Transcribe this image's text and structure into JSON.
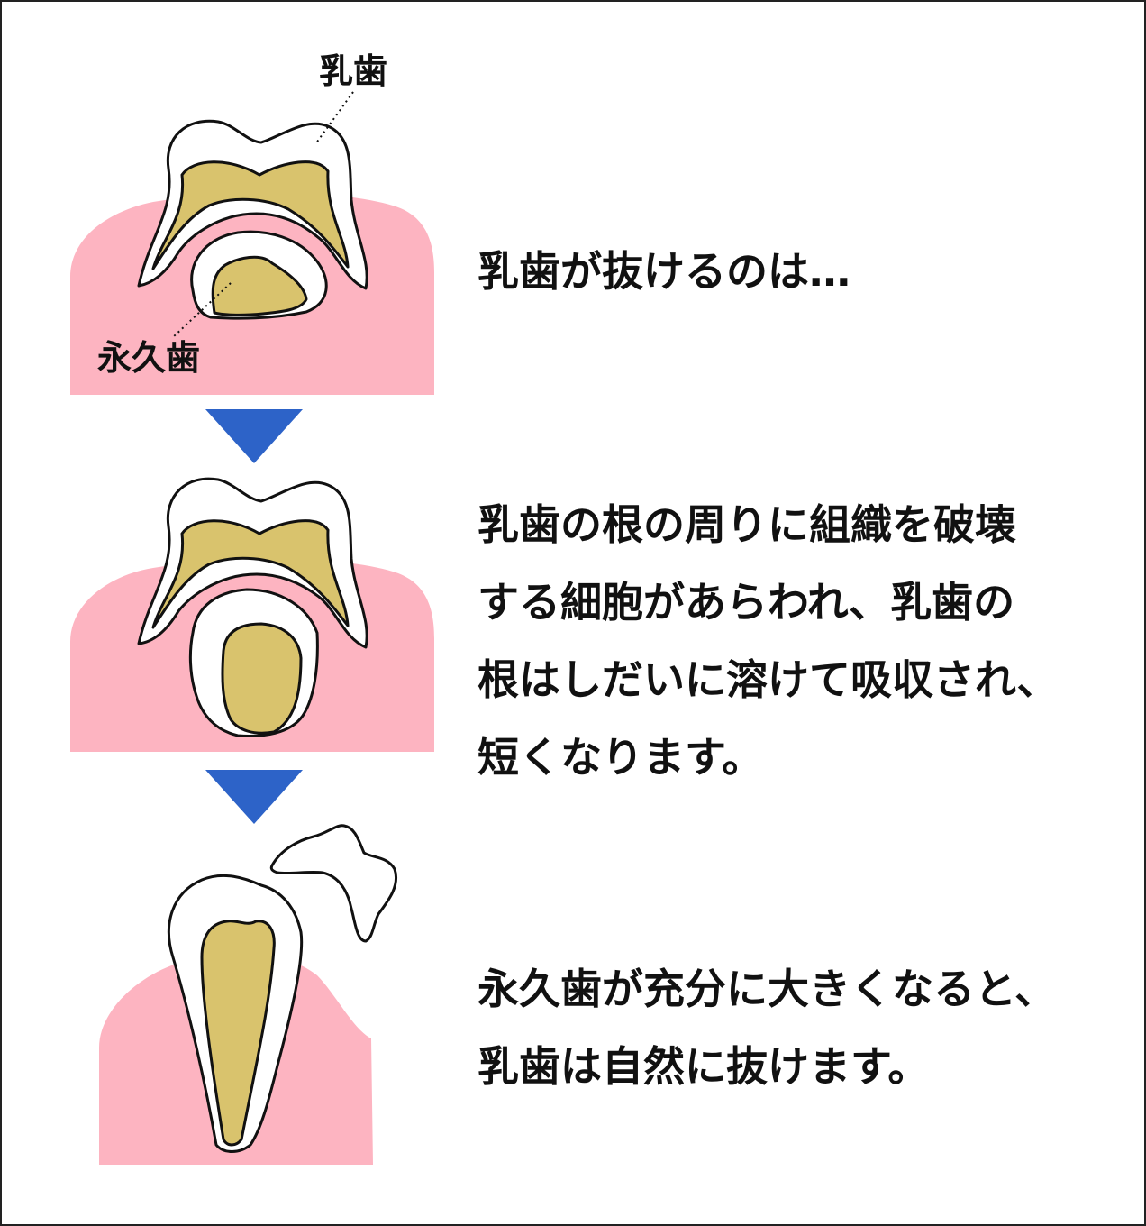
{
  "labels": {
    "primary_tooth": "乳歯",
    "permanent_tooth": "永久歯"
  },
  "steps": [
    {
      "text": "乳歯が抜けるのは…"
    },
    {
      "text": "乳歯の根の周りに組織を破壊\nする細胞があらわれ、乳歯の\n根はしだいに溶けて吸収され、\n短くなります。"
    },
    {
      "text": "永久歯が充分に大きくなると、\n乳歯は自然に抜けます。"
    }
  ],
  "colors": {
    "gum": "#fdb4c1",
    "pulp": "#d9c36d",
    "enamel": "#ffffff",
    "outline": "#111111",
    "arrow": "#2d63c8"
  }
}
